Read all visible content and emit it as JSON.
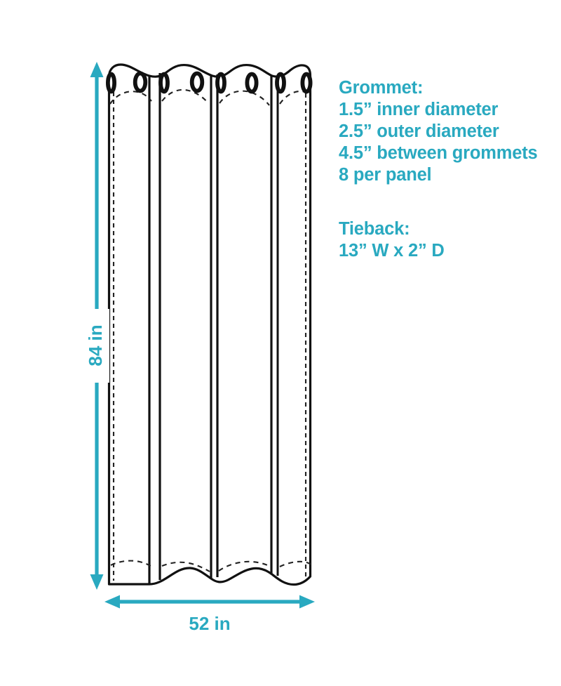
{
  "diagram": {
    "title": "Curtain panel dimension diagram",
    "colors": {
      "accent": "#29A9C0",
      "outline": "#111111",
      "background": "#FFFFFF"
    },
    "dimensions": {
      "height_label": "84 in",
      "width_label": "52 in"
    },
    "panel": {
      "grommet_count": 8,
      "pleat_count": 4
    }
  },
  "specs": {
    "grommet": {
      "heading": "Grommet:",
      "lines": [
        "1.5” inner diameter",
        "2.5” outer diameter",
        "4.5” between grommets",
        "8 per panel"
      ]
    },
    "tieback": {
      "heading": "Tieback:",
      "lines": [
        "13” W x 2” D"
      ]
    }
  }
}
